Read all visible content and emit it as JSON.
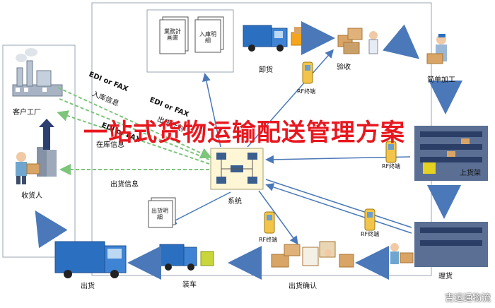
{
  "title": "一站式货物运输配送管理方案",
  "watermark": "吉运通物流",
  "nodes": {
    "customer_factory": "客户工厂",
    "receiver": "收货人",
    "unload": "卸货",
    "inspect": "验收",
    "simple_process": "简单加工",
    "shelve": "上货架",
    "sort": "理货",
    "ship_confirm": "出货确认",
    "load": "装车",
    "ship": "出货",
    "system": "系统"
  },
  "documents": {
    "business_plan": "業務計画書",
    "inbound_detail": "入庫明細",
    "outbound_detail": "出货明細"
  },
  "links": {
    "edi_fax_1": "EDI or FAX",
    "inbound_info": "入库信息",
    "edi_fax_2": "EDI or FAX",
    "shipping_plan": "出货计划",
    "edi_fax_3": "EDI or FAX",
    "stock_info": "在库信息",
    "ship_info": "出货信息"
  },
  "rf_terminal": "RF终端"
}
